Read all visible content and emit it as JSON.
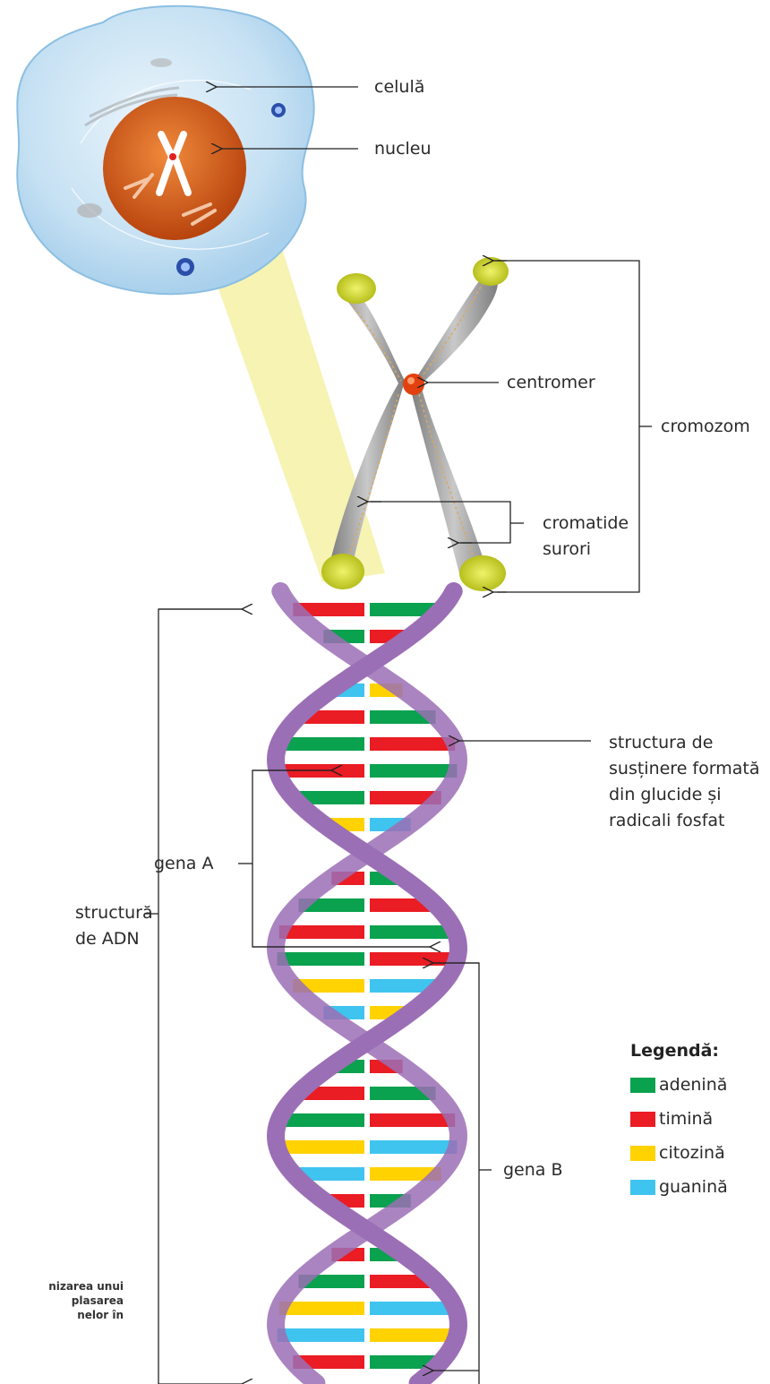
{
  "labels": {
    "celula": "celulă",
    "nucleu": "nucleu",
    "centromer": "centromer",
    "cromozom": "cromozom",
    "cromatide": "cromatide\nsurori",
    "structura_sustinere": "structura de\nsusținere formată\ndin glucide și\nradicali fosfat",
    "gena_a": "gena A",
    "gena_b": "gena B",
    "structura_adn": "structură\nde ADN"
  },
  "legend": {
    "title": "Legendă:",
    "items": [
      {
        "label": "adenină",
        "color": "#0aa14f"
      },
      {
        "label": "timină",
        "color": "#ea1c24"
      },
      {
        "label": "citozină",
        "color": "#ffd200"
      },
      {
        "label": "guanină",
        "color": "#3fc4ef"
      }
    ]
  },
  "caption": "nizarea unui\nplasarea\nnelor în",
  "colors": {
    "adenine": "#0aa14f",
    "thymine": "#ea1c24",
    "cytosine": "#ffd200",
    "guanine": "#3fc4ef",
    "backbone": "#9b6fb5",
    "cell": "#cfe6f6",
    "nucleus": "#d9621c",
    "projection": "#f4f1a6",
    "chromosome_tip": "#d7df3a"
  }
}
